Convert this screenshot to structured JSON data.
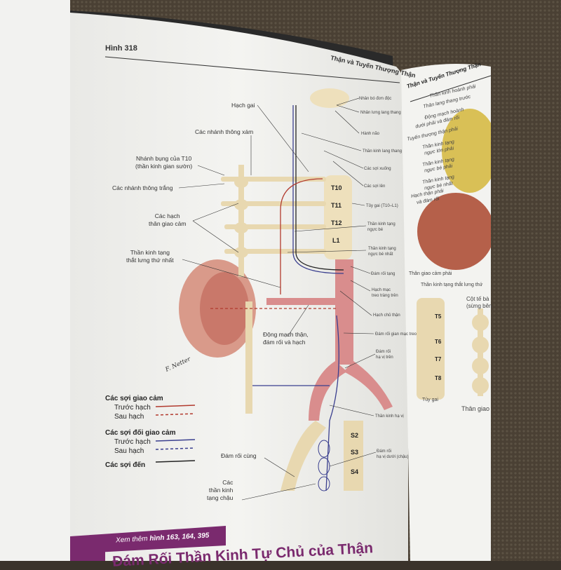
{
  "left_page": {
    "figure_number": "Hình 318",
    "running_header": "Thận và Tuyến Thượng Thận",
    "labels_left": {
      "spinal_ganglion": "Hạch gai",
      "gray_rami": "Các nhánh thông xám",
      "ventral_ramus_t10_1": "Nhánh bụng của T10",
      "ventral_ramus_t10_2": "(thần kinh gian sườn)",
      "white_rami": "Các nhánh thông trắng",
      "sympathetic_trunk_1": "Các hạch",
      "sympathetic_trunk_2": "thân giao cảm",
      "first_lumbar_1": "Thần kinh tạng",
      "first_lumbar_2": "thắt lưng thứ nhất",
      "renal_artery_1": "Động mạch thận,",
      "renal_artery_2": "đám rối và hạch",
      "sacral_plexus": "Đám rối cùng",
      "pelvic_splanchnic_1": "Các",
      "pelvic_splanchnic_2": "thần kinh",
      "pelvic_splanchnic_3": "tạng chậu"
    },
    "labels_right": {
      "solitary_nucleus": "Nhân bó đơn độc",
      "dorsal_vagal_nucleus": "Nhân lưng lang thang",
      "medulla": "Hành não",
      "vagus": "Thần kinh lang thang",
      "descending_fibers": "Các sợi xuống",
      "ascending_fibers": "Các sợi lên",
      "spinal_cord": "Tủy gai (T10–L1)",
      "lesser_splanchnic_1": "Thần kinh tạng",
      "lesser_splanchnic_2": "ngực bé",
      "least_splanchnic_1": "Thần kinh tạng",
      "least_splanchnic_2": "ngực bé nhất",
      "celiac_plexus": "Đám rối tạng",
      "sup_mesenteric_1": "Hạch mạc",
      "sup_mesenteric_2": "treo tràng trên",
      "aorticorenal": "Hạch chủ thận",
      "intermesenteric": "Đám rối gian mạc treo",
      "sup_hypogastric_1": "Đám rối",
      "sup_hypogastric_2": "hạ vị trên",
      "hypogastric_nerve": "Thần kinh hạ vị",
      "inf_hypogastric_1": "Đám rối",
      "inf_hypogastric_2": "hạ vị dưới (chậu)"
    },
    "segments": [
      "T10",
      "T11",
      "T12",
      "L1"
    ],
    "sacral_segments": [
      "S2",
      "S3",
      "S4"
    ],
    "legend": {
      "sympathetic_title": "Các sợi giao cảm",
      "parasympathetic_title": "Các sợi đối giao cảm",
      "pre": "Trước hạch",
      "post": "Sau hạch",
      "afferent": "Các sợi đến",
      "sympathetic_color": "#b23a2e",
      "parasympathetic_color": "#3a3f8f",
      "afferent_color": "#222222"
    },
    "signature": "F. Netter",
    "see_also_prefix": "Xem thêm ",
    "see_also_refs": "hình 163, 164, 395",
    "section_title": "Đám Rối Thần Kinh Tự Chủ của Thận",
    "accent_color": "#7a2a6e"
  },
  "right_page": {
    "running_header": "Thận và Tuyến Thượng Thận",
    "labels": [
      "Thần kinh hoành phải",
      "Thân lang thang trước",
      "Động mạch hoành",
      "dưới phải và đám rối",
      "Tuyến thượng thận phải",
      "Thần kinh tạng",
      "ngực lớn phải",
      "Thần kinh tạng",
      "ngực bé phải",
      "Thần kinh tạng",
      "ngực bé nhất",
      "Hạch thận phải",
      "và đám rối",
      "Thân giao cảm phải",
      "Thần kinh tạng thắt lưng thứ"
    ],
    "column_label_1": "Cột tế bà",
    "column_label_2": "(sừng bên",
    "segments": [
      "T5",
      "T6",
      "T7",
      "T8"
    ],
    "spinal_cord": "Tủy gai",
    "sympathetic_trunk": "Thân giao"
  }
}
